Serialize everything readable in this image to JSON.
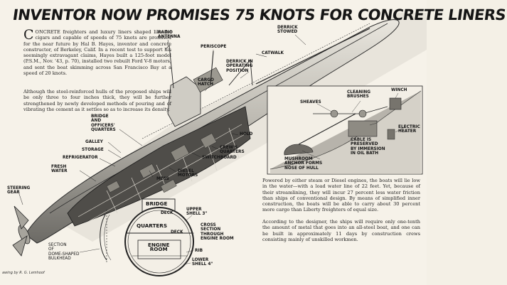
{
  "headline": "INVENTOR NOW PROMISES 75 KNOTS FOR CONCRETE LINERS",
  "article": {
    "paragraph_1": "CONCRETE freighters and luxury liners shaped like fat cigars and capable of speeds of 75 knots are promised for the near future by Hal B. Hayes, inventor and concrete constructor, of Berkeley, Calif. In a recent test to support his seemingly extravagant claims, Hayes built a 125-foot model (P.S.M., Nov. '43, p. 70), installed two rebuilt Ford V-8 motors, and sent the boat skimming across San Francisco Bay at a speed of 20 knots.",
    "paragraph_2": "Although the steel-reinforced hulls of the proposed ships will be only three to four inches thick, they will be further strengthened by newly developed methods of pouring and of vibrating the cement as it settles so as to increase its density.",
    "paragraph_3": "Powered by either steam or Diesel engines, the boats will lie low in the water—with a load water line of 22 feet. Yet, because of their streamlining, they will incur 27 percent less water friction than ships of conventional design. By means of simplified inner construction, the boats will be able to carry about 30 percent more cargo than Liberty freighters of equal size.",
    "paragraph_4": "According to the designer, the ships will require only one-tenth the amount of metal that goes into an all-steel boat, and one can be built in approximately 11 days by construction crews consisting mainly of unskilled workmen."
  },
  "cutaway_labels": {
    "radio_antenna": "RADIO\nANTENNA",
    "periscope": "PERISCOPE",
    "derrick_stowed": "DERRICK\nSTOWED",
    "catwalk": "CATWALK",
    "derrick_operating": "DERRICK IN\nOPERATING\nPOSITION",
    "cargo_hatch": "CARGO\nHATCH",
    "bridge_quarters": "BRIDGE\nAND\nOFFICERS'\nQUARTERS",
    "galley": "GALLEY",
    "storage": "STORAGE",
    "refrigerator": "REFRIGERATOR",
    "fresh_water": "FRESH\nWATER",
    "hold": "HOLD",
    "crews_quarters": "CREW'S\nQUARTERS",
    "switchboard": "SWITCHBOARD",
    "diesel_motors": "DIESEL\nMOTORS",
    "mess": "MESS",
    "steering_gear": "STEERING\nGEAR"
  },
  "anchor_labels": {
    "cleaning_brushes": "CLEANING\nBRUSHES",
    "winch": "WINCH",
    "sheaves": "SHEAVES",
    "cable": "CABLE IS\nPRESERVED\nBY IMMERSION\nIN OIL BATH",
    "electric_heater": "ELECTRIC\nHEATER",
    "mushroom_anchor": "MUSHROOM\nANCHOR FORMS\nNOSE OF HULL"
  },
  "section_labels": {
    "bridge": "BRIDGE",
    "deck_top": "DECK",
    "upper_shell": "UPPER\nSHELL 3\"",
    "quarters": "QUARTERS",
    "deck_mid": "DECK",
    "cross_section": "CROSS\nSECTION\nTHROUGH\nENGINE ROOM",
    "engine_room": "ENGINE\nROOM",
    "rib": "RIB",
    "lower_shell": "LOWER\nSHELL 4\"",
    "dome_bulkhead": "SECTION\nOF\nDOME-SHAPED\nBULKHEAD"
  },
  "credit": "awing by R. G. Lemhoof"
}
